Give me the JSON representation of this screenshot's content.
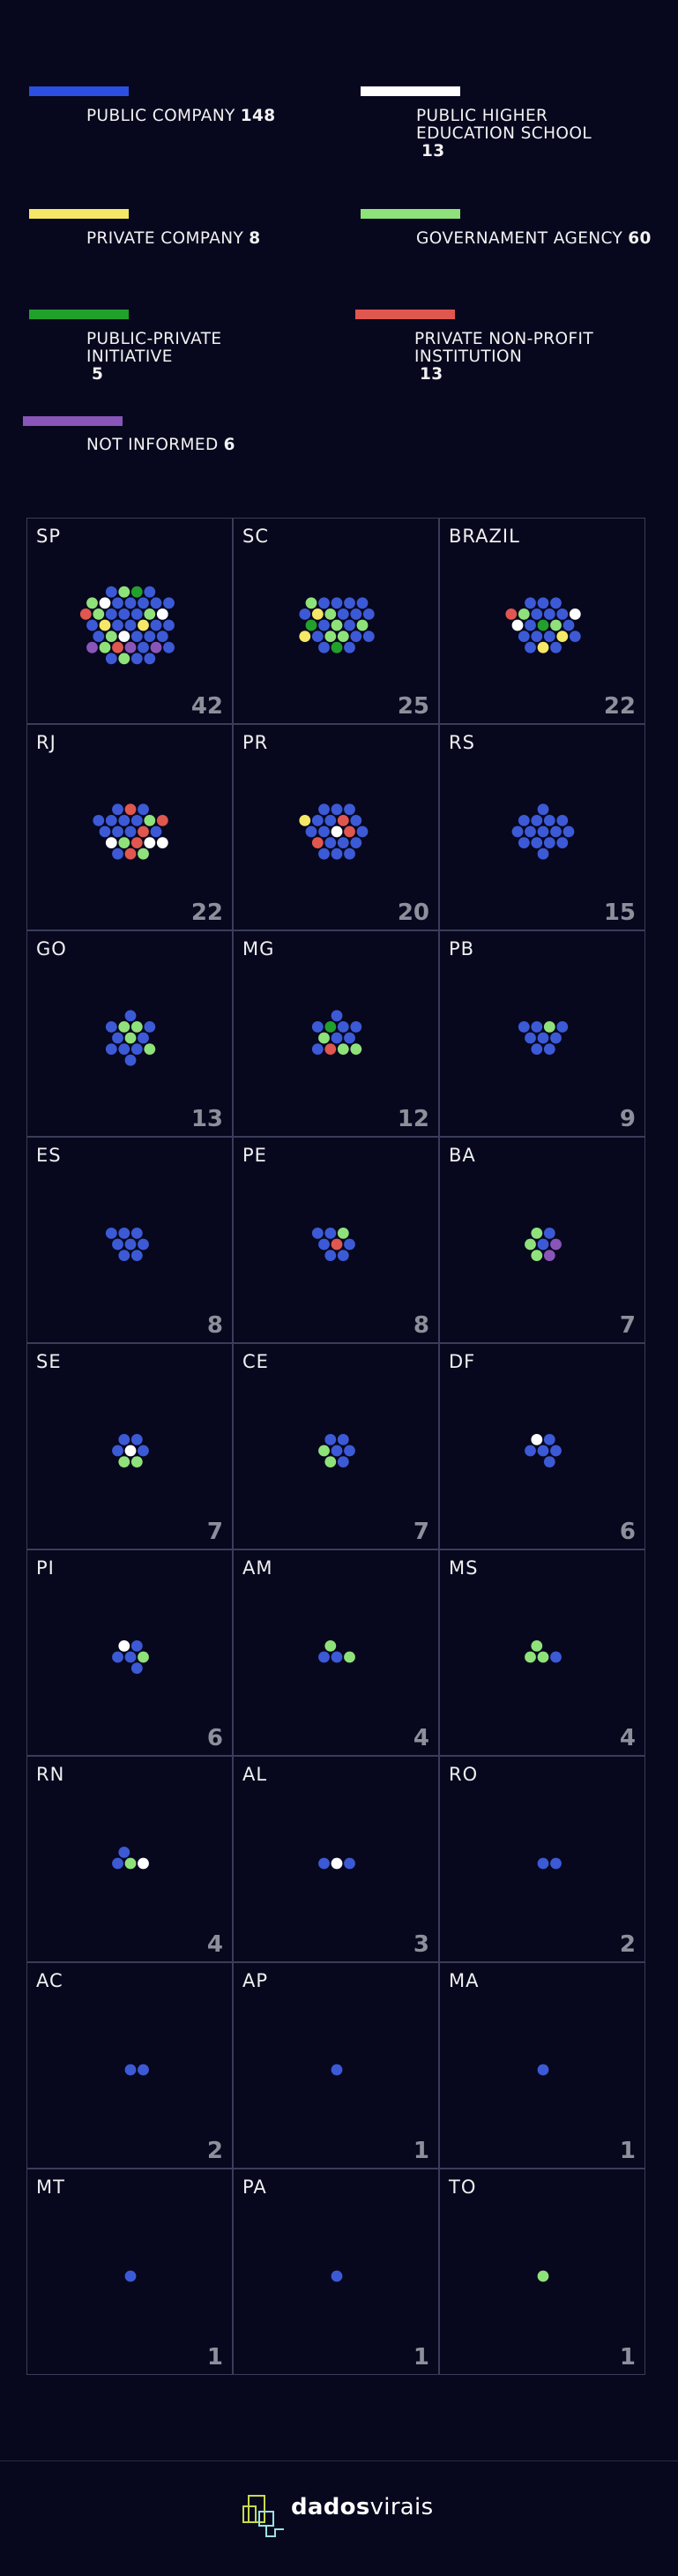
{
  "colors": {
    "public_company": "#2b4fe0",
    "public_higher_education_school": "#ffffff",
    "private_company": "#f4e866",
    "governament_agency": "#8fe27a",
    "public_private_initiative": "#22a02c",
    "private_non_profit_institution": "#e0574f",
    "not_informed": "#8a55b8",
    "dot_public_company": "#3c5ad6"
  },
  "legend": [
    {
      "key": "public_company",
      "line1": "PUBLIC COMPANY",
      "line2": "",
      "count": "148"
    },
    {
      "key": "public_higher_education_school",
      "line1": "PUBLIC HIGHER",
      "line2": "EDUCATION SCHOOL",
      "count": "13"
    },
    {
      "key": "private_company",
      "line1": "PRIVATE COMPANY",
      "line2": "",
      "count": "8"
    },
    {
      "key": "governament_agency",
      "line1": "GOVERNAMENT AGENCY",
      "line2": "",
      "count": "60"
    },
    {
      "key": "public_private_initiative",
      "line1": "PUBLIC-PRIVATE",
      "line2": "INITIATIVE",
      "count": "5"
    },
    {
      "key": "private_non_profit_institution",
      "line1": "PRIVATE NON-PROFIT",
      "line2": "INSTITUTION",
      "count": "13"
    },
    {
      "key": "not_informed",
      "line1": "NOT INFORMED",
      "line2": "",
      "count": "6"
    }
  ],
  "chart_data": {
    "type": "dot_grid",
    "categories": [
      "public_company",
      "public_higher_education_school",
      "private_company",
      "governament_agency",
      "public_private_initiative",
      "private_non_profit_institution",
      "not_informed"
    ],
    "cells": [
      {
        "label": "SP",
        "total": "42",
        "counts": {
          "public_company": 24,
          "public_higher_education_school": 3,
          "private_company": 2,
          "governament_agency": 7,
          "public_private_initiative": 1,
          "private_non_profit_institution": 2,
          "not_informed": 3
        }
      },
      {
        "label": "SC",
        "total": "25",
        "counts": {
          "public_company": 15,
          "private_company": 2,
          "governament_agency": 6,
          "public_private_initiative": 2
        }
      },
      {
        "label": "BRAZIL",
        "total": "22",
        "counts": {
          "public_company": 14,
          "public_higher_education_school": 2,
          "private_company": 2,
          "governament_agency": 2,
          "public_private_initiative": 1,
          "private_non_profit_institution": 1
        }
      },
      {
        "label": "RJ",
        "total": "22",
        "counts": {
          "public_company": 11,
          "public_higher_education_school": 3,
          "governament_agency": 3,
          "private_non_profit_institution": 5
        }
      },
      {
        "label": "PR",
        "total": "20",
        "counts": {
          "public_company": 15,
          "public_higher_education_school": 1,
          "private_company": 1,
          "private_non_profit_institution": 3
        }
      },
      {
        "label": "RS",
        "total": "15",
        "counts": {
          "public_company": 15
        }
      },
      {
        "label": "GO",
        "total": "13",
        "counts": {
          "public_company": 9,
          "governament_agency": 4
        }
      },
      {
        "label": "MG",
        "total": "12",
        "counts": {
          "public_company": 7,
          "governament_agency": 3,
          "public_private_initiative": 1,
          "private_non_profit_institution": 1
        }
      },
      {
        "label": "PB",
        "total": "9",
        "counts": {
          "public_company": 8,
          "governament_agency": 1
        }
      },
      {
        "label": "ES",
        "total": "8",
        "counts": {
          "public_company": 8
        }
      },
      {
        "label": "PE",
        "total": "8",
        "counts": {
          "public_company": 6,
          "governament_agency": 1,
          "private_non_profit_institution": 1
        }
      },
      {
        "label": "BA",
        "total": "7",
        "counts": {
          "public_company": 2,
          "governament_agency": 3,
          "not_informed": 2
        }
      },
      {
        "label": "SE",
        "total": "7",
        "counts": {
          "public_company": 4,
          "public_higher_education_school": 1,
          "governament_agency": 2
        }
      },
      {
        "label": "CE",
        "total": "7",
        "counts": {
          "public_company": 5,
          "governament_agency": 2
        }
      },
      {
        "label": "DF",
        "total": "6",
        "counts": {
          "public_company": 5,
          "public_higher_education_school": 1
        }
      },
      {
        "label": "PI",
        "total": "6",
        "counts": {
          "public_company": 4,
          "public_higher_education_school": 1,
          "governament_agency": 1
        }
      },
      {
        "label": "AM",
        "total": "4",
        "counts": {
          "public_company": 2,
          "governament_agency": 2
        }
      },
      {
        "label": "MS",
        "total": "4",
        "counts": {
          "public_company": 1,
          "governament_agency": 3
        }
      },
      {
        "label": "RN",
        "total": "4",
        "counts": {
          "public_company": 2,
          "public_higher_education_school": 1,
          "governament_agency": 1
        }
      },
      {
        "label": "AL",
        "total": "3",
        "counts": {
          "public_company": 2,
          "public_higher_education_school": 1
        }
      },
      {
        "label": "RO",
        "total": "2",
        "counts": {
          "public_company": 2
        }
      },
      {
        "label": "AC",
        "total": "2",
        "counts": {
          "public_company": 2
        }
      },
      {
        "label": "AP",
        "total": "1",
        "counts": {
          "public_company": 1
        }
      },
      {
        "label": "MA",
        "total": "1",
        "counts": {
          "public_company": 1
        }
      },
      {
        "label": "MT",
        "total": "1",
        "counts": {
          "public_company": 1
        }
      },
      {
        "label": "PA",
        "total": "1",
        "counts": {
          "public_company": 1
        }
      },
      {
        "label": "TO",
        "total": "1",
        "counts": {
          "governament_agency": 1
        }
      }
    ]
  },
  "footer": {
    "brand_part1": "dados",
    "brand_part2": "virais"
  }
}
